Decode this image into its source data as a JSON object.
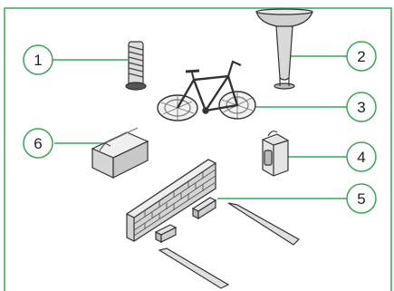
{
  "callouts": [
    {
      "number": "1",
      "item": "bolt-icon"
    },
    {
      "number": "2",
      "item": "sink-basin-icon"
    },
    {
      "number": "3",
      "item": "bicycle-icon"
    },
    {
      "number": "4",
      "item": "bag-icon"
    },
    {
      "number": "5",
      "item": "brick-wall-icon"
    },
    {
      "number": "6",
      "item": "box-icon"
    }
  ],
  "colors": {
    "frame_border": "#3aa655",
    "leader_line": "#3aa655",
    "callout_circle": "#3aa655",
    "drawing_stroke": "#333333"
  }
}
